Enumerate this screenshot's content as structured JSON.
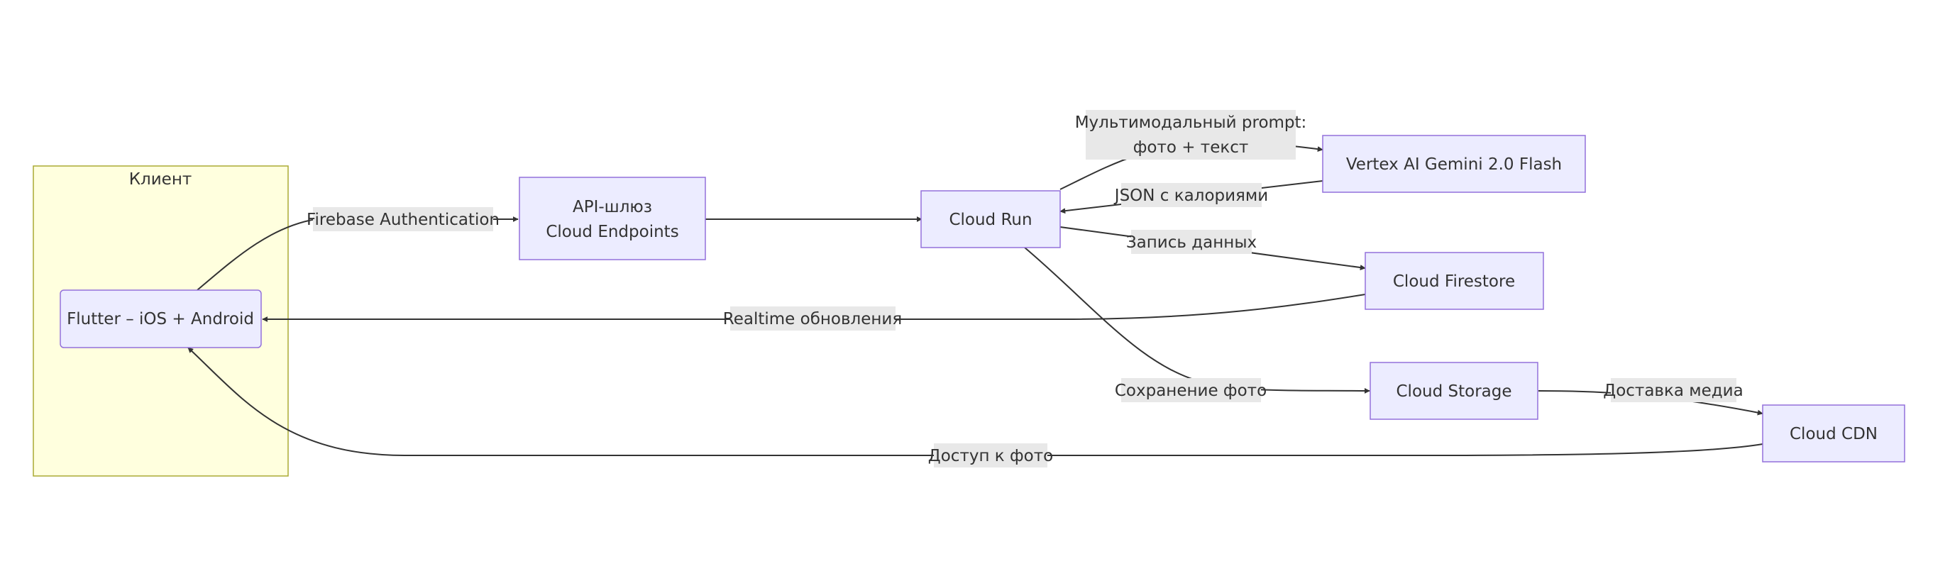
{
  "cluster": {
    "label": "Клиент"
  },
  "nodes": {
    "flutter": "Flutter – iOS + Android",
    "gateway_line1": "API-шлюз",
    "gateway_line2": "Cloud Endpoints",
    "cloudrun": "Cloud Run",
    "vertex": "Vertex AI Gemini 2.0 Flash",
    "firestore": "Cloud Firestore",
    "storage": "Cloud Storage",
    "cdn": "Cloud CDN"
  },
  "edges": {
    "auth": "Firebase Authentication",
    "prompt_line1": "Мультимодальный prompt:",
    "prompt_line2": "фото + текст",
    "json": "JSON с калориями",
    "write": "Запись данных",
    "realtime": "Realtime обновления",
    "save_photo": "Сохранение фото",
    "media": "Доставка медиа",
    "photo_access": "Доступ к фото"
  },
  "colors": {
    "node_fill": "#ECECFF",
    "node_stroke": "#9370DB",
    "cluster_fill": "#FFFFDE",
    "cluster_stroke": "#AAAA33",
    "edge": "#333333",
    "label_bg": "#E8E8E8"
  }
}
